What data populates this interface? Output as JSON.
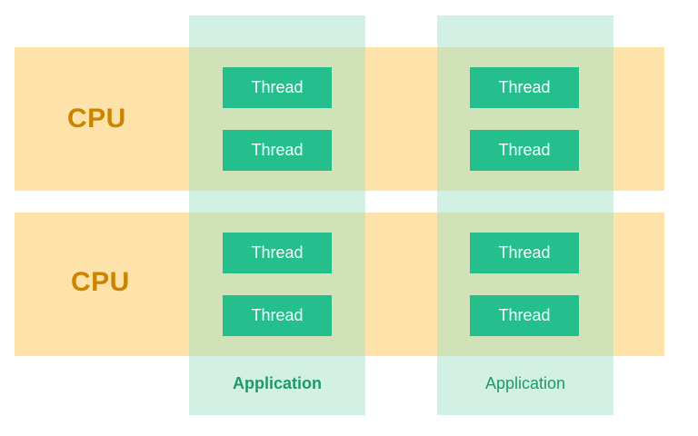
{
  "cpus": [
    {
      "label": "CPU"
    },
    {
      "label": "CPU"
    }
  ],
  "applications": [
    {
      "label": "Application"
    },
    {
      "label": "Application"
    }
  ],
  "threads": [
    {
      "label": "Thread"
    },
    {
      "label": "Thread"
    },
    {
      "label": "Thread"
    },
    {
      "label": "Thread"
    },
    {
      "label": "Thread"
    },
    {
      "label": "Thread"
    },
    {
      "label": "Thread"
    },
    {
      "label": "Thread"
    }
  ],
  "colors": {
    "cpu_band": "#fde3aa",
    "cpu_text": "#cc8400",
    "application_column": "#a5e1c8",
    "thread_box": "#24bf8d",
    "thread_text": "#ffffff",
    "application_text": "#1e9a6a"
  }
}
